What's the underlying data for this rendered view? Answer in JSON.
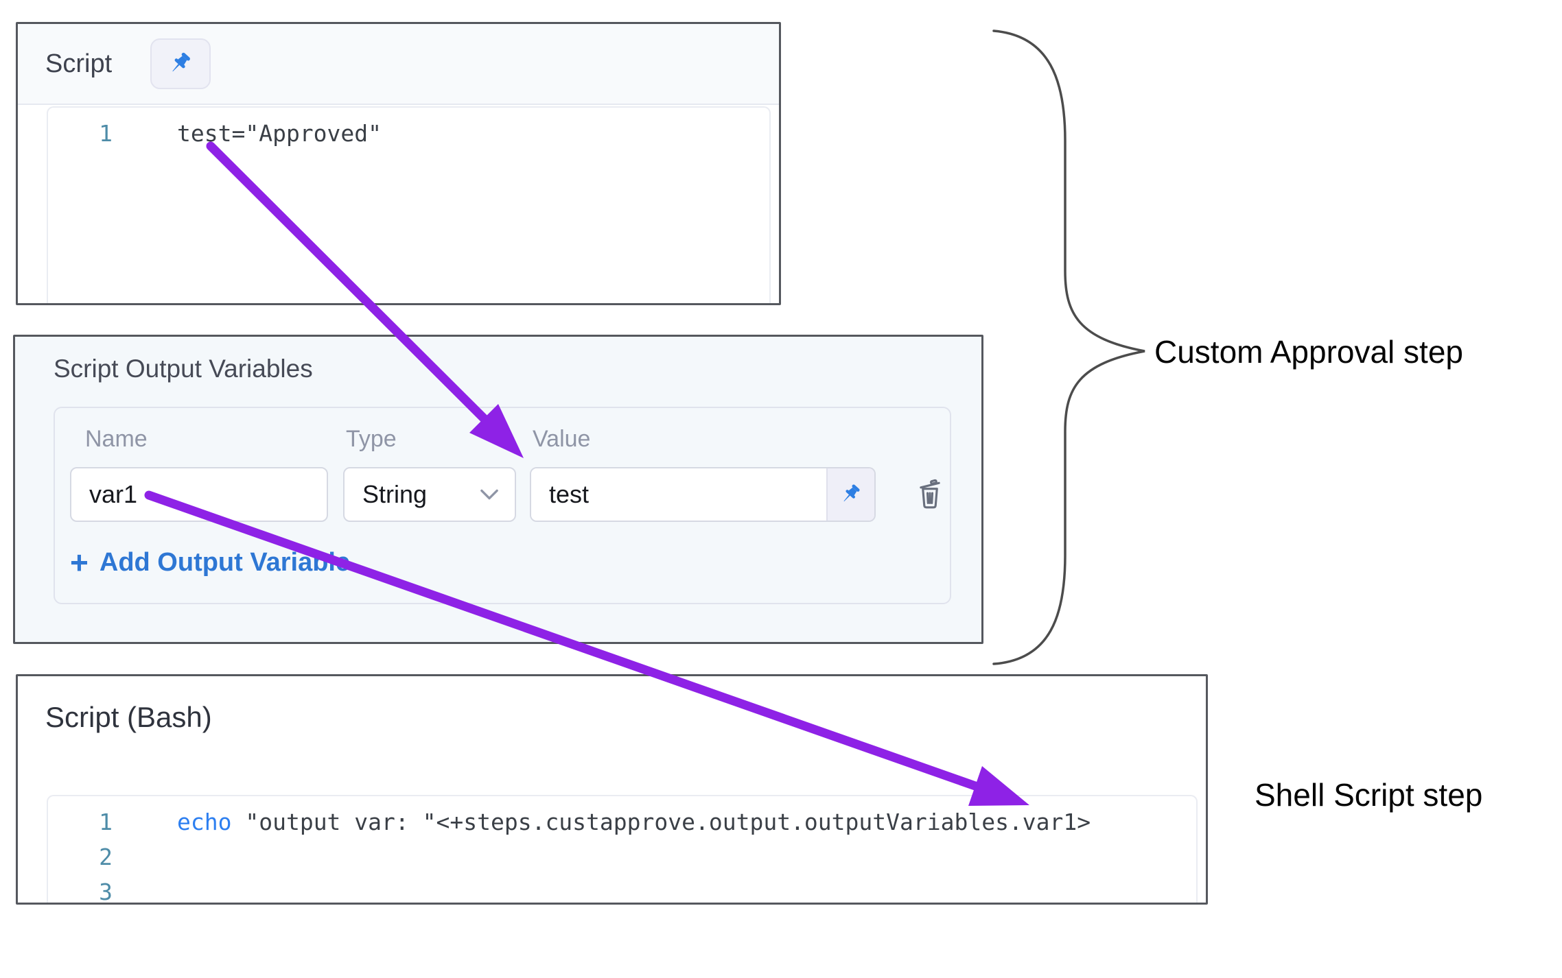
{
  "colors": {
    "arrow_purple": "#8e22e6",
    "pin_blue": "#2e7fe3",
    "link_blue": "#2e77d4",
    "keyword_blue": "#2d7ff0",
    "line_number_teal": "#4e8ca8",
    "panel_border": "#55585e"
  },
  "custom_approval_step": {
    "script_field": {
      "label": "Script",
      "pin_icon": "pushpin-icon",
      "code_lines": [
        {
          "number": "1",
          "text": "test=\"Approved\""
        }
      ]
    },
    "output_variables": {
      "title": "Script Output Variables",
      "columns": [
        "Name",
        "Type",
        "Value"
      ],
      "rows": [
        {
          "name": "var1",
          "type": "String",
          "value": "test"
        }
      ],
      "add_button": {
        "plus": "+",
        "label": "Add Output Variable"
      }
    }
  },
  "shell_script_step": {
    "title": "Script (Bash)",
    "code_lines": [
      {
        "number": "1",
        "keyword": "echo",
        "rest": " \"output var: \"<+steps.custapprove.output.outputVariables.var1>"
      },
      {
        "number": "2",
        "keyword": "",
        "rest": ""
      },
      {
        "number": "3",
        "keyword": "",
        "rest": ""
      }
    ]
  },
  "annotations": {
    "custom_approval_label": "Custom Approval step",
    "shell_script_label": "Shell Script step"
  }
}
